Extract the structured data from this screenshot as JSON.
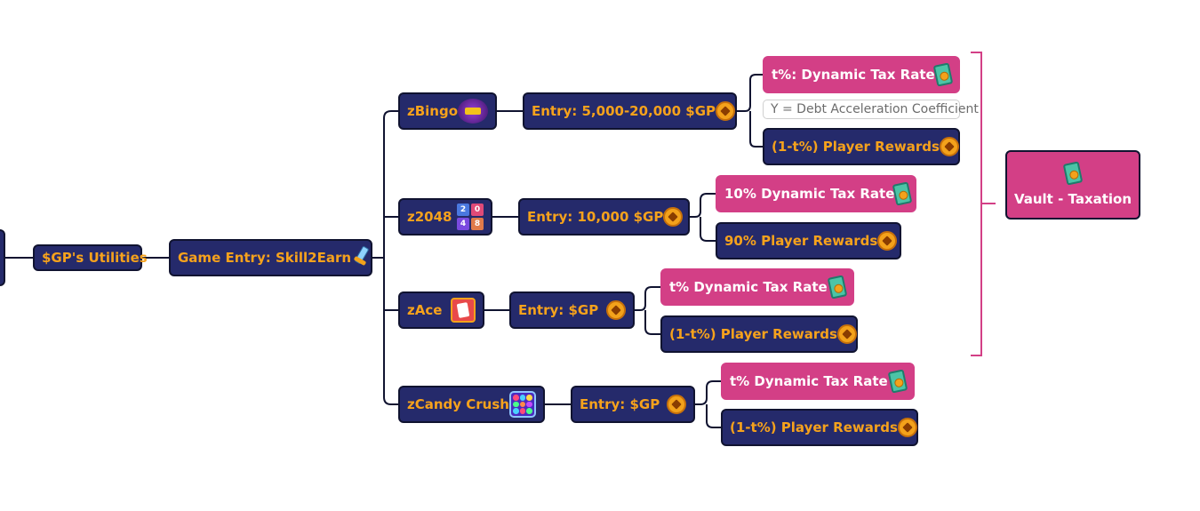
{
  "colors": {
    "node_bg": "#252a6b",
    "node_text": "#f6a21c",
    "tax_bg": "#d33f86",
    "tax_text": "#ffffff",
    "connector": "#101330",
    "bracket": "#d33f86"
  },
  "root": {
    "utilities_label": "$GP's Utilities",
    "game_entry_label": "Game Entry: Skill2Earn",
    "game_entry_icon": "sword-icon"
  },
  "games": [
    {
      "name": "zBingo",
      "icon": "bingo-icon",
      "entry": "Entry: 5,000-20,000 $GP",
      "tax": "t%: Dynamic Tax Rate",
      "note": "Y = Debt Acceleration Coefficient",
      "rewards": "(1-t%) Player Rewards"
    },
    {
      "name": "z2048",
      "icon": "grid-2048-icon",
      "tiles": [
        "2",
        "0",
        "4",
        "8"
      ],
      "entry": "Entry: 10,000 $GP",
      "tax": "10% Dynamic Tax Rate",
      "rewards": "90% Player Rewards"
    },
    {
      "name": "zAce",
      "icon": "playing-card-icon",
      "entry": "Entry: $GP",
      "tax": "t% Dynamic Tax Rate",
      "rewards": "(1-t%) Player Rewards"
    },
    {
      "name": "zCandy Crush",
      "icon": "candy-grid-icon",
      "entry": "Entry: $GP",
      "tax": "t% Dynamic Tax Rate",
      "rewards": "(1-t%) Player Rewards"
    }
  ],
  "vault": {
    "label": "Vault - Taxation",
    "icon": "tax-card-icon"
  },
  "icons": {
    "coin": "coin-icon",
    "tax": "tax-card-icon"
  }
}
